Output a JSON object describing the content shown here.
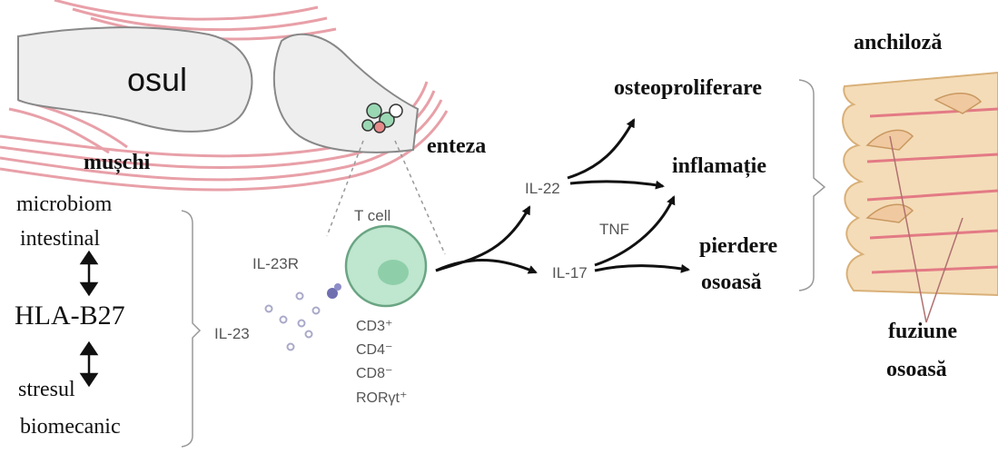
{
  "labels": {
    "bone": "osul",
    "muscle": "mușchi",
    "enthesis": "enteza",
    "microbiome_line1": "microbiom",
    "microbiome_line2": "intestinal",
    "hla": "HLA-B27",
    "stress_line1": "stresul",
    "stress_line2": "biomecanic",
    "il23": "IL-23",
    "il23r": "IL-23R",
    "tcell": "T cell",
    "marker_cd3": "CD3⁺",
    "marker_cd4": "CD4⁻",
    "marker_cd8": "CD8⁻",
    "marker_ror": "RORγt⁺",
    "il22": "IL-22",
    "il17": "IL-17",
    "tnf": "TNF",
    "osteoproliferation": "osteoproliferare",
    "inflammation": "inflamație",
    "loss_line1": "pierdere",
    "loss_line2": "osoasă",
    "ankylosis": "anchiloză",
    "fusion_line1": "fuziune",
    "fusion_line2": "osoasă"
  },
  "colors": {
    "muscle": "#e8a0a8",
    "bone_fill": "#eeeeee",
    "bone_stroke": "#888888",
    "tcell_fill": "#bfe6cf",
    "tcell_stroke": "#6aa583",
    "nucleus": "#8ecfa9",
    "receptor": "#6f6fb0",
    "cytokine": "#a9a9c9",
    "spine": "#f4dcb8",
    "spine_stroke": "#d9b078",
    "disc_line": "#e37a85",
    "arrow": "#111111"
  }
}
